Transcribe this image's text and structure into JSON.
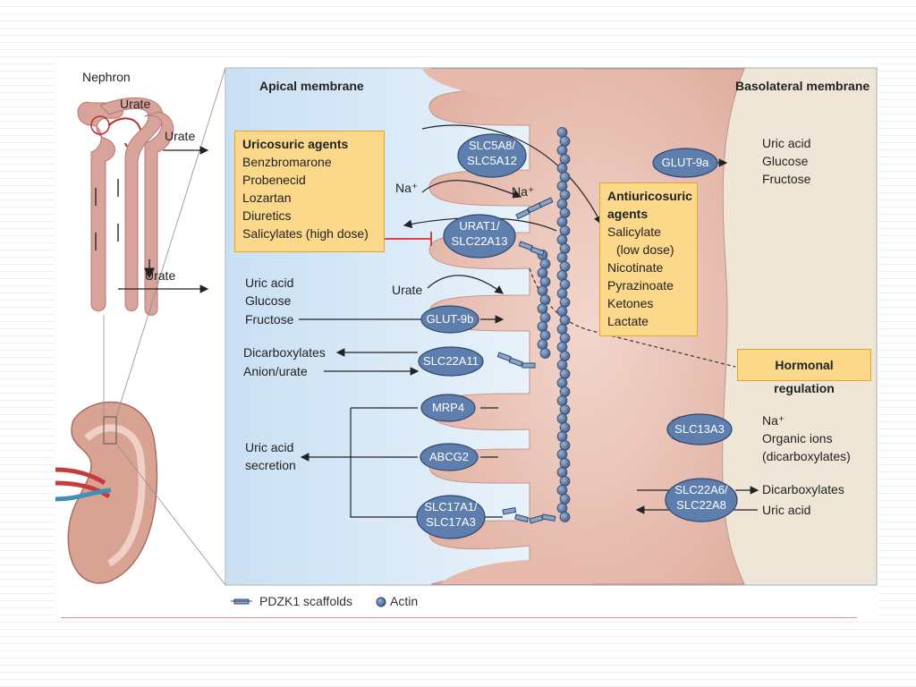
{
  "nephron": {
    "title": "Nephron",
    "urate_1": "Urate",
    "urate_2": "Urate",
    "urate_3": "Urate"
  },
  "membranes": {
    "apical": "Apical membrane",
    "basolateral": "Basolateral membrane"
  },
  "uricosuric": {
    "title": "Uricosuric agents",
    "items": [
      "Benzbromarone",
      "Probenecid",
      "Lozartan",
      "Diuretics",
      "Salicylates (high dose)"
    ]
  },
  "antiuricosuric": {
    "title_1": "Antiuricosuric",
    "title_2": "agents",
    "items": [
      "Salicylate",
      "(low dose)",
      "Nicotinate",
      "Pyrazinoate",
      "Ketones",
      "Lactate"
    ]
  },
  "hormonal": "Hormonal regulation",
  "transporters": {
    "slc5a8_1": "SLC5A8/",
    "slc5a8_2": "SLC5A12",
    "urat1_1": "URAT1/",
    "urat1_2": "SLC22A13",
    "glut9b": "GLUT-9b",
    "slc22a11": "SLC22A11",
    "mrp4": "MRP4",
    "abcg2": "ABCG2",
    "slc17a1_1": "SLC17A1/",
    "slc17a1_2": "SLC17A3",
    "glut9a": "GLUT-9a",
    "slc13a3": "SLC13A3",
    "slc22a6_1": "SLC22A6/",
    "slc22a6_2": "SLC22A8"
  },
  "apical_labels": {
    "na_in": "Na⁺",
    "na_out": "Na⁺",
    "urate_in": "Urate",
    "uric_acid": "Uric acid",
    "glucose": "Glucose",
    "fructose": "Fructose",
    "dicarboxylates": "Dicarboxylates",
    "anion_urate": "Anion/urate",
    "secretion_1": "Uric acid",
    "secretion_2": "secretion"
  },
  "basolateral_labels": {
    "uric_acid": "Uric acid",
    "glucose": "Glucose",
    "fructose": "Fructose",
    "na": "Na⁺",
    "organic_ions": "Organic ions",
    "dicarboxylates_paren": "(dicarboxylates)",
    "dicarboxylates": "Dicarboxylates",
    "uric_acid_2": "Uric acid"
  },
  "legend": {
    "pdzk1": "PDZK1 scaffolds",
    "actin": "Actin"
  },
  "colors": {
    "transporter_fill": "#5e7fae",
    "transporter_stroke": "#2d4770",
    "box_fill": "#fbd88a",
    "apical_bg": "#d9ebf7",
    "cell_fill": "#e8c2b6",
    "basolateral_bg": "#efe6d8",
    "inhibit_red": "#d62f3a"
  }
}
